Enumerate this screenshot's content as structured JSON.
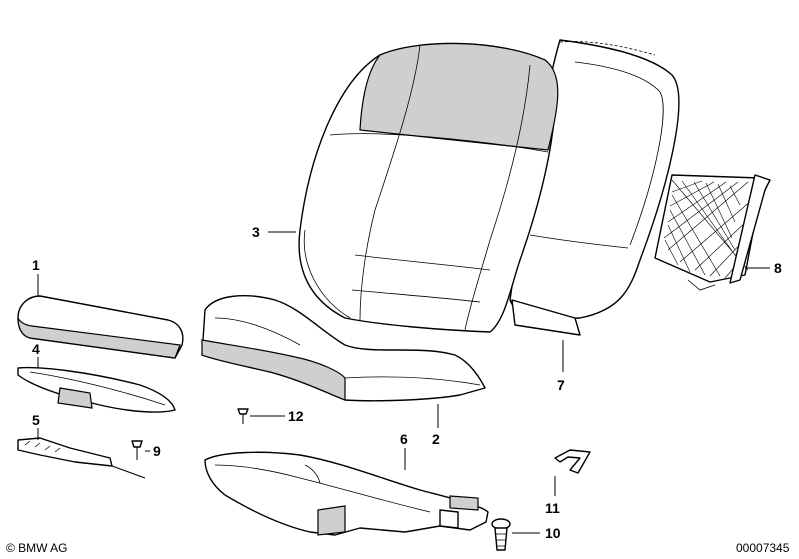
{
  "diagram": {
    "callouts": [
      {
        "id": "1",
        "text": "1"
      },
      {
        "id": "2",
        "text": "2"
      },
      {
        "id": "3",
        "text": "3"
      },
      {
        "id": "4",
        "text": "4"
      },
      {
        "id": "5",
        "text": "5"
      },
      {
        "id": "6",
        "text": "6"
      },
      {
        "id": "7",
        "text": "7"
      },
      {
        "id": "8",
        "text": "8"
      },
      {
        "id": "9",
        "text": "9"
      },
      {
        "id": "10",
        "text": "10"
      },
      {
        "id": "11",
        "text": "11"
      },
      {
        "id": "12",
        "text": "12"
      }
    ]
  },
  "footer": {
    "copyright": "© BMW AG",
    "diagram_number": "00007345"
  }
}
